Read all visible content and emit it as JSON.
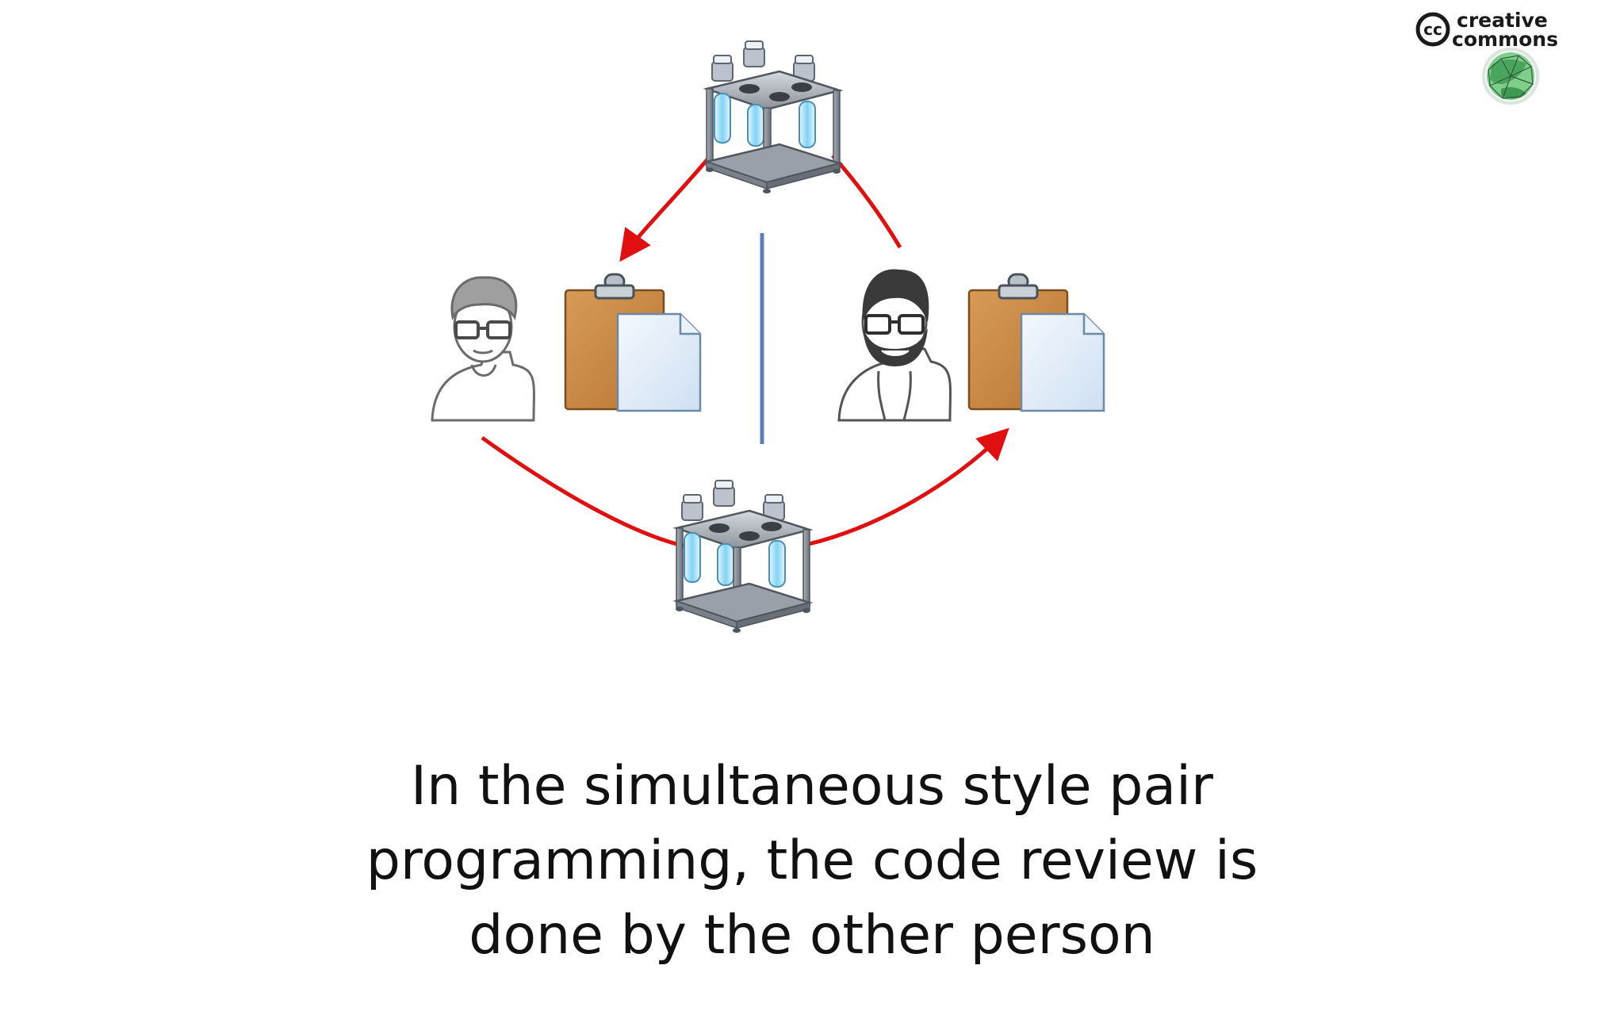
{
  "caption": {
    "line1": "In the simultaneous style pair",
    "line2": "programming, the code review is",
    "line3": "done by the other person"
  },
  "logo": {
    "symbol": "cc",
    "word1": "creative",
    "word2": "commons"
  },
  "icons": {
    "top": "test-tube-rack-icon",
    "bottom": "test-tube-rack-icon",
    "left_person": "developer-glasses-icon",
    "right_person": "bearded-developer-icon",
    "left_doc": "clipboard-document-icon",
    "right_doc": "clipboard-document-icon"
  },
  "colors": {
    "arrow": "#e01010",
    "divider": "#5b7fb5",
    "clipboard": "#c98a45",
    "paper": "#dde9f6"
  }
}
